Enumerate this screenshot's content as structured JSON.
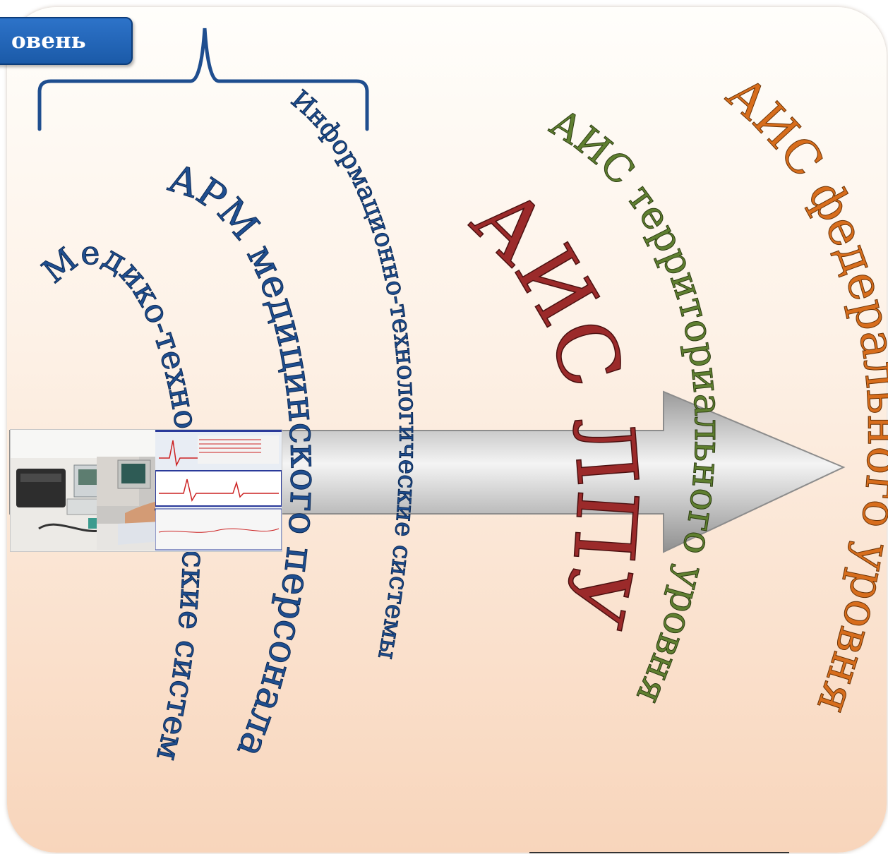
{
  "level_tab": {
    "label": "овень"
  },
  "ring_labels": [
    {
      "id": "medtech",
      "text": "Медико-технологические системы",
      "color": "#1f4e8f"
    },
    {
      "id": "arm",
      "text": "АРМ медицинского персонала",
      "color": "#1f4e8f"
    },
    {
      "id": "infotech",
      "text": "Информационно-технологические системы",
      "color": "#1f4e8f"
    },
    {
      "id": "lpu",
      "text": "АИС ЛПУ",
      "color": "#9b2a2a"
    },
    {
      "id": "territorial",
      "text": "АИС территориального уровня",
      "color": "#5f7f30"
    },
    {
      "id": "federal",
      "text": "АИС федерального уровня",
      "color": "#d76d1c"
    }
  ],
  "colors": {
    "bracket": "#1f4e8f",
    "tab": "#1b5aa8",
    "arrow_light": "#f4f4f4",
    "arrow_dark": "#9a9a9a"
  },
  "icons": [
    "ecg-monitor-photo",
    "patient-ecg-photo",
    "ecg-waveform-screen"
  ]
}
